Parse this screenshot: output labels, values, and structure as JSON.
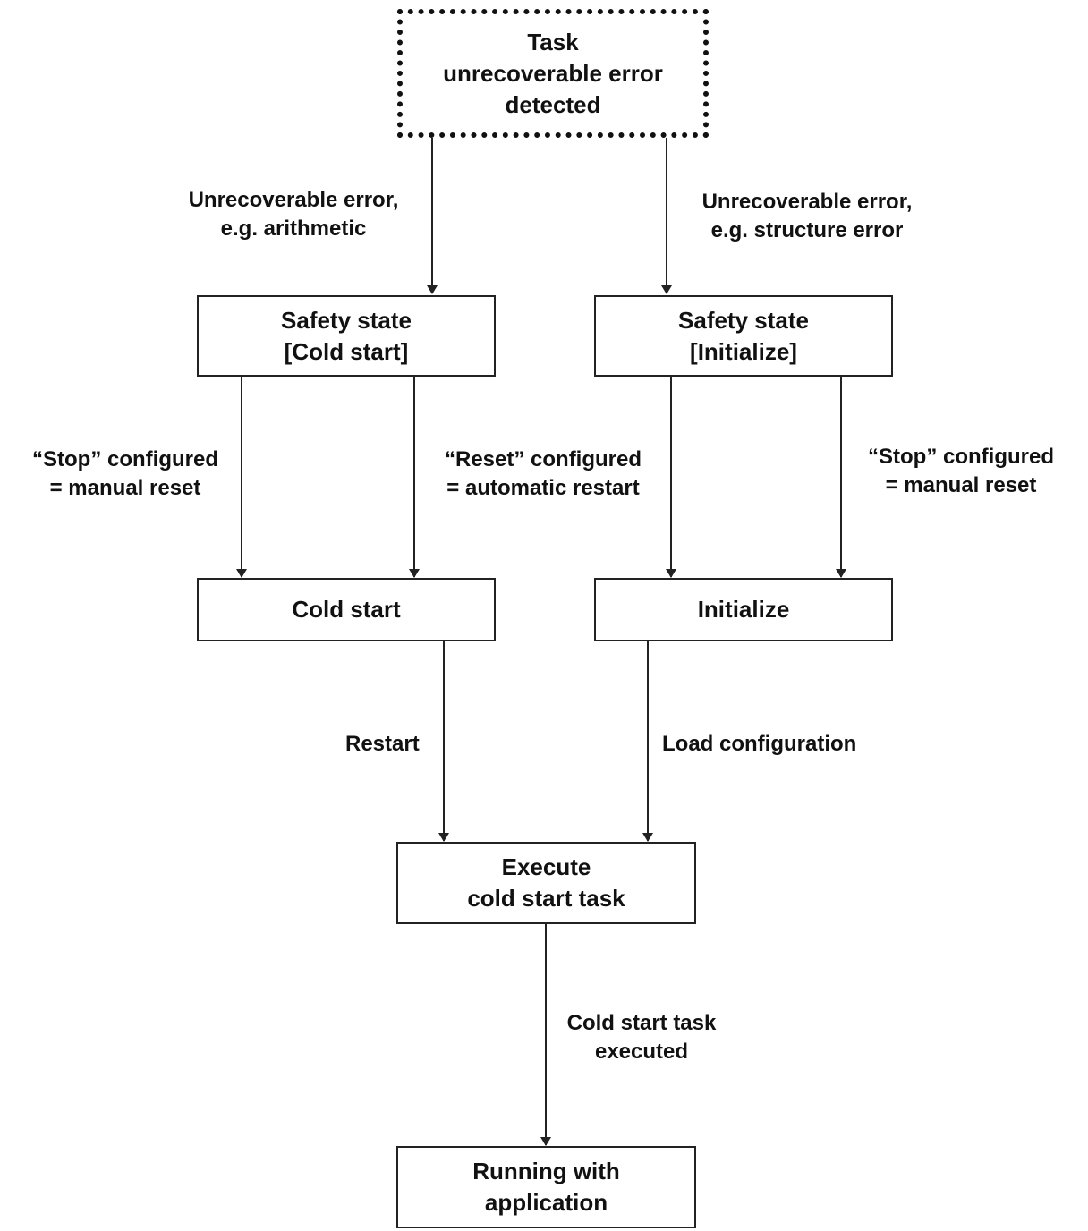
{
  "nodes": {
    "task_error": {
      "line1": "Task",
      "line2": "unrecoverable error",
      "line3": "detected"
    },
    "safety_cold": {
      "line1": "Safety state",
      "line2": "[Cold start]"
    },
    "safety_init": {
      "line1": "Safety state",
      "line2": "[Initialize]"
    },
    "cold_start": {
      "line1": "Cold start"
    },
    "initialize": {
      "line1": "Initialize"
    },
    "execute": {
      "line1": "Execute",
      "line2": "cold start task"
    },
    "running": {
      "line1": "Running with",
      "line2": "application"
    }
  },
  "edges": {
    "arithmetic": {
      "line1": "Unrecoverable error,",
      "line2": "e.g. arithmetic"
    },
    "structure": {
      "line1": "Unrecoverable error,",
      "line2": "e.g. structure error"
    },
    "stop_left": {
      "line1": "“Stop” configured",
      "line2": "= manual reset"
    },
    "reset": {
      "line1": "“Reset” configured",
      "line2": "= automatic restart"
    },
    "stop_right": {
      "line1": "“Stop” configured",
      "line2": "= manual reset"
    },
    "restart": {
      "line1": "Restart"
    },
    "load_config": {
      "line1": "Load configuration"
    },
    "executed": {
      "line1": "Cold start task",
      "line2": "executed"
    }
  },
  "colors": {
    "line": "#222222",
    "text": "#111111",
    "background": "#ffffff"
  }
}
